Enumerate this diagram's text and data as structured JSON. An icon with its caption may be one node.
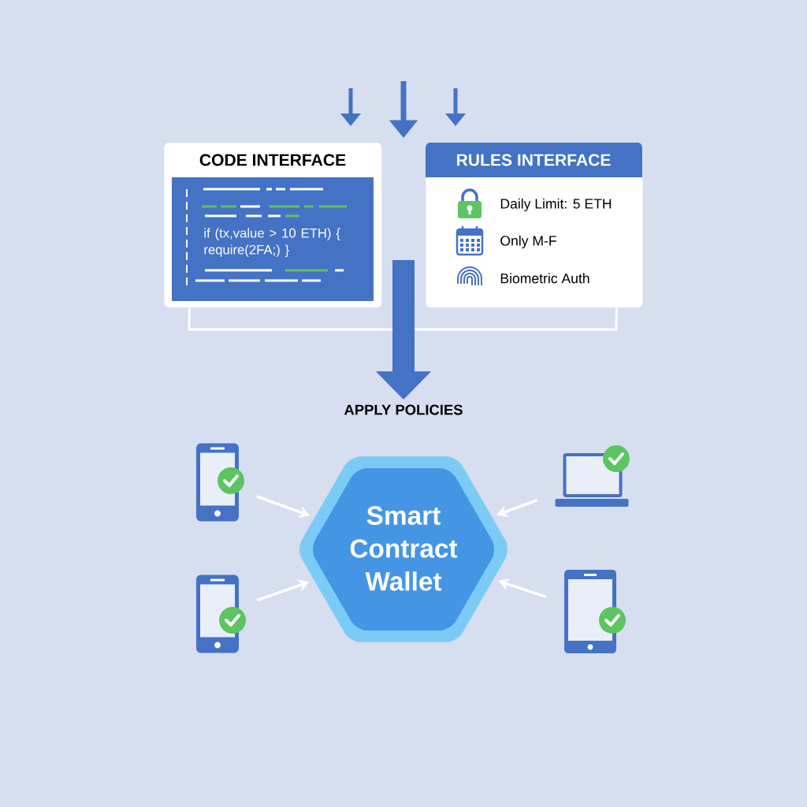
{
  "diagram": {
    "nodes": [
      {
        "text": [
          "CODE INTERFACE",
          "if (tx,value > 10 ETH) { require(2FA;) }"
        ]
      },
      {
        "text": [
          "RULES INTERFACE",
          "Daily Limit: 5 ETH",
          "Only M-F",
          "Biometric Auth"
        ]
      },
      {
        "text": [
          "APPLY POLICIES"
        ]
      },
      {
        "text": [
          "Smart Contract Wallet"
        ]
      },
      {
        "text": [],
        "shape": "phone"
      },
      {
        "text": [],
        "shape": "laptop"
      },
      {
        "text": [],
        "shape": "phone"
      },
      {
        "text": [],
        "shape": "tablet"
      }
    ],
    "edges": [
      {
        "from": 0,
        "to": 2,
        "arrow": "to"
      },
      {
        "from": 1,
        "to": 2,
        "arrow": "to"
      },
      {
        "from": 4,
        "to": 3,
        "arrow": "to"
      },
      {
        "from": 5,
        "to": 3,
        "arrow": "to"
      },
      {
        "from": 6,
        "to": 3,
        "arrow": "to"
      },
      {
        "from": 7,
        "to": 3,
        "arrow": "to"
      }
    ]
  }
}
